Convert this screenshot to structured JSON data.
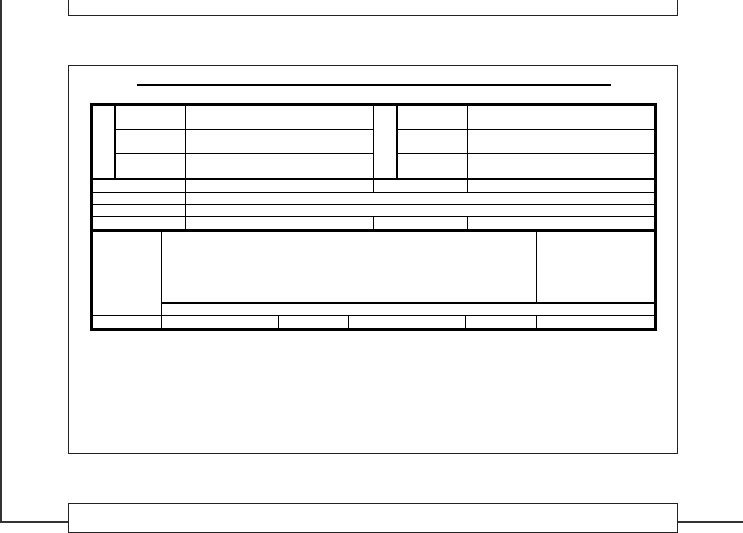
{
  "document": {
    "pages": [
      {
        "id": "prev",
        "fields": []
      },
      {
        "id": "main",
        "title": "",
        "form": {
          "header_rows": [
            {
              "left_label": "",
              "left_value": "",
              "right_label": "",
              "right_value": ""
            },
            {
              "left_label": "",
              "left_value": "",
              "right_label": "",
              "right_value": ""
            },
            {
              "left_label": "",
              "left_value": "",
              "right_label": "",
              "right_value": ""
            }
          ],
          "info_rows": [
            {
              "c1": "",
              "c2": "",
              "c3": "",
              "c4": ""
            },
            {
              "c1": "",
              "c2": "",
              "c3": "",
              "c4": ""
            },
            {
              "c1": "",
              "c2": "",
              "c3": "",
              "c4": ""
            },
            {
              "c1": "",
              "c2": "",
              "c3": "",
              "c4": ""
            }
          ],
          "body_label": "",
          "body_text": "",
          "body_side": "",
          "footer_cells": [
            "",
            "",
            "",
            "",
            "",
            ""
          ]
        }
      },
      {
        "id": "next",
        "fields": []
      }
    ]
  }
}
